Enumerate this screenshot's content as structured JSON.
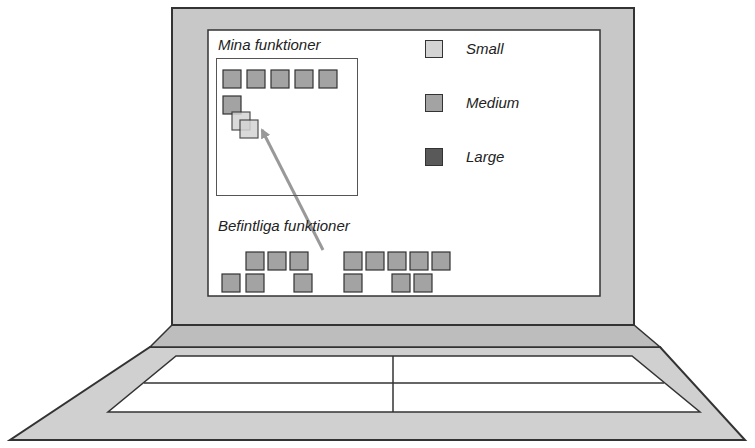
{
  "diagram": {
    "nodes": [
      {
        "text": [
          "Mina funktioner"
        ]
      }
    ],
    "labels": [
      "Befintliga funktioner"
    ],
    "legend": [
      {
        "text": "Small",
        "color": "#d4d4d4"
      },
      {
        "text": "Medium",
        "color": "#a3a3a3"
      },
      {
        "text": "Large",
        "color": "#595959"
      }
    ]
  }
}
